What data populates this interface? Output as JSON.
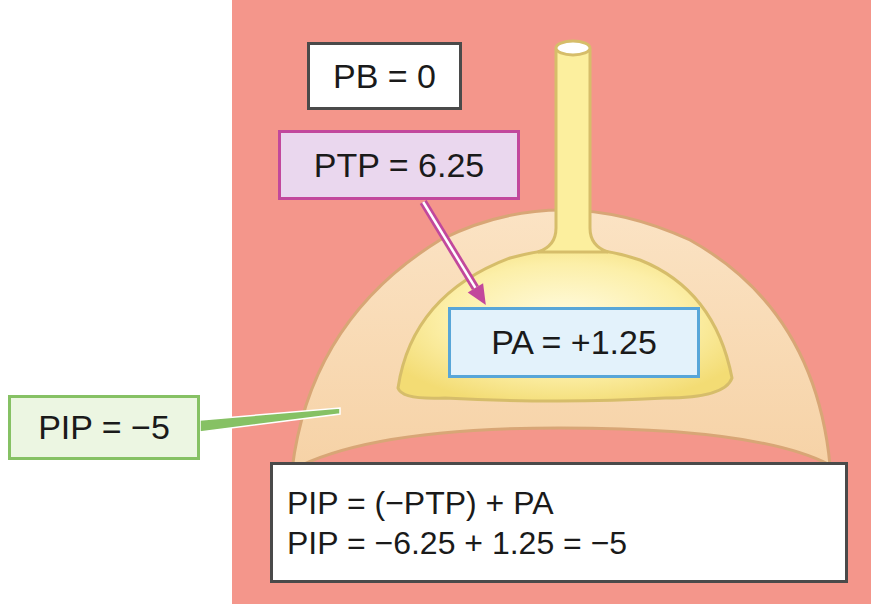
{
  "diagram": {
    "nodes": [
      {
        "text": [
          "PB = 0"
        ]
      },
      {
        "text": [
          "PTP = 6.25"
        ]
      },
      {
        "text": [
          "PA = +1.25"
        ]
      },
      {
        "text": [
          "PIP = −5"
        ]
      },
      {
        "text": [
          "PIP = (−PTP) + PA",
          "PIP = −6.25 + 1.25 = −5"
        ]
      }
    ],
    "edges": [
      {
        "from": 1,
        "to": 2,
        "arrow": "to"
      }
    ]
  }
}
